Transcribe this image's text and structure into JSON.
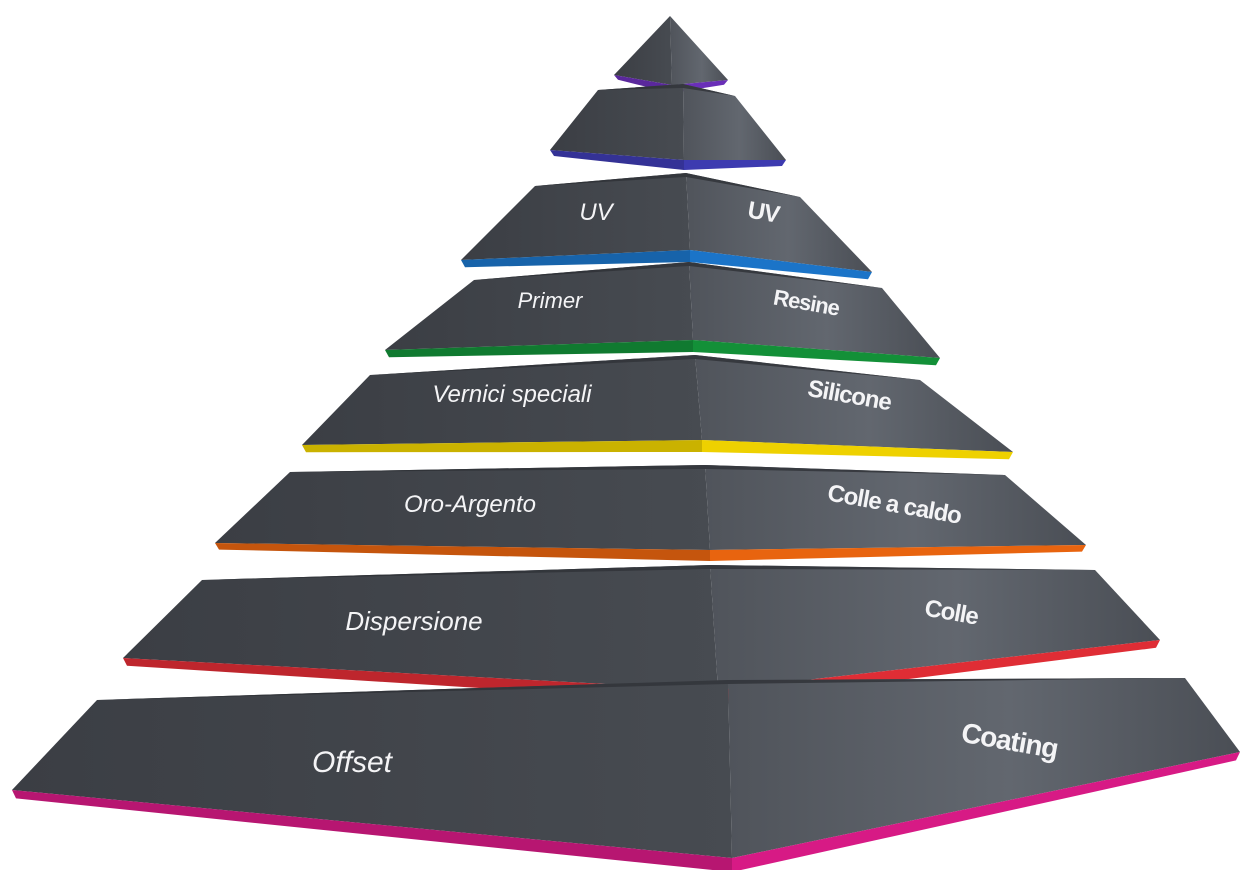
{
  "diagram": {
    "type": "layered-pyramid",
    "layers": [
      {
        "left_label": "",
        "right_label": "",
        "band_color": "#6a2fb8"
      },
      {
        "left_label": "",
        "right_label": "",
        "band_color": "#3d3bb0"
      },
      {
        "left_label": "UV",
        "right_label": "UV",
        "band_color": "#1b74c8"
      },
      {
        "left_label": "Primer",
        "right_label": "Resine",
        "band_color": "#139038"
      },
      {
        "left_label": "Vernici speciali",
        "right_label": "Silicone",
        "band_color": "#eed100"
      },
      {
        "left_label": "Oro-Argento",
        "right_label": "Colle a caldo",
        "band_color": "#e8640f"
      },
      {
        "left_label": "Dispersione",
        "right_label": "Colle",
        "band_color": "#df2d35"
      },
      {
        "left_label": "Offset",
        "right_label": "Coating",
        "band_color": "#d71a85"
      }
    ],
    "face_colors": {
      "left": "#42464c",
      "right": "#555a62",
      "right_light": "#6b7078"
    }
  }
}
